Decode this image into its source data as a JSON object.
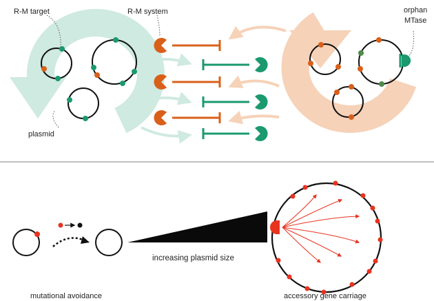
{
  "top_panel": {
    "label_rm_target": "R-M target",
    "label_rm_system": "R-M system",
    "label_orphan_line1": "orphan",
    "label_orphan_line2": "MTase",
    "label_plasmid": "plasmid"
  },
  "bottom_panel": {
    "label_increasing_size": "increasing plasmid size",
    "label_mutational_avoidance": "mutational avoidance",
    "label_accessory_gene": "accessory gene carriage"
  },
  "colors": {
    "orange": "#d9601a",
    "green": "#1a9a6e",
    "teal_light": "#cfeae0",
    "peach_light": "#f6d2b8",
    "red": "#e8331f",
    "black": "#111111"
  }
}
